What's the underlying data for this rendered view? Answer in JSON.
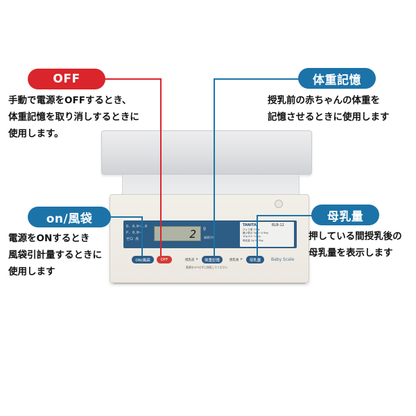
{
  "callouts": {
    "off": {
      "label": "OFF",
      "lines": [
        "手動で電源をOFFするとき、",
        "体重記憶を取り消しするときに",
        "使用します。"
      ],
      "color": "#d9252b"
    },
    "memory": {
      "label": "体重記憶",
      "lines": [
        "授乳前の赤ちゃんの体重を",
        "記憶させるときに使用します"
      ],
      "color": "#1c73a8"
    },
    "on": {
      "label": "on/風袋",
      "lines": [
        "電源をONするとき",
        "風袋引計量するときに",
        "使用します"
      ],
      "color": "#1c73a8"
    },
    "milk": {
      "label": "母乳量",
      "lines": [
        "押している間授乳後の",
        "母乳量を表示します"
      ],
      "color": "#1c73a8"
    }
  },
  "scale": {
    "panel_legend": [
      "D. 0.0~2.0",
      "P. 0.0~",
      "ゼロ 点"
    ],
    "display_value": "2",
    "display_unit": "g",
    "display_note": "風袋引中",
    "brand": "TANITA",
    "model": "BLB-12",
    "spec_lines": [
      "ひょう量 12kg",
      "最小表示 5g 0~4.5kg",
      "10g 4.5~12kg",
      "母乳量 2g 0~2kg"
    ],
    "buttons": {
      "on": "ON/風袋",
      "off": "OFF",
      "memory": "体重記憶",
      "milk": "母乳量"
    },
    "button_notes": {
      "before": "授乳前",
      "after": "授乳後"
    },
    "product_name": "Baby Scale",
    "footer": "電源をOFFせずに授乳してください"
  }
}
